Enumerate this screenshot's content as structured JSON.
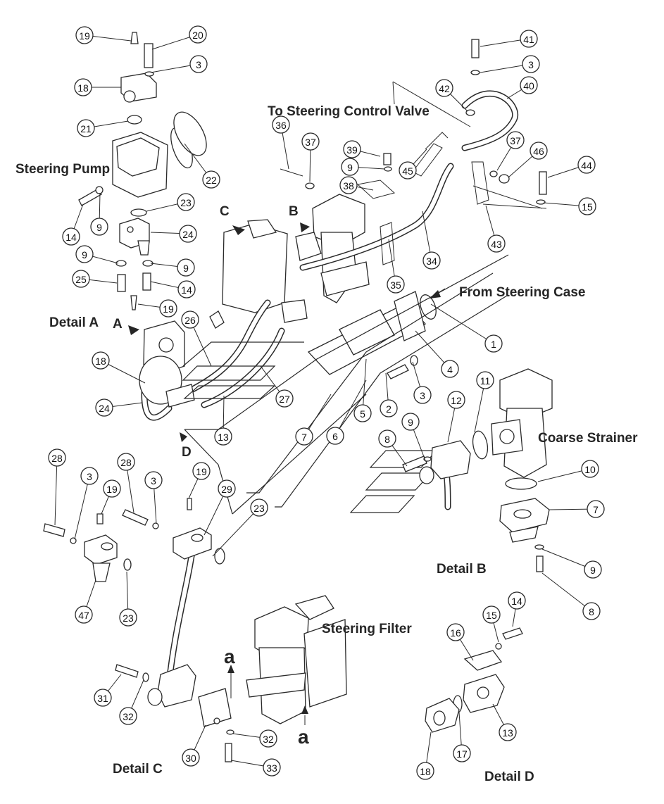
{
  "labels": {
    "steering_pump": "Steering Pump",
    "to_steering_control_valve": "To Steering Control Valve",
    "from_steering_case": "From Steering Case",
    "coarse_strainer": "Coarse Strainer",
    "steering_filter": "Steering Filter",
    "detail_a": "Detail A",
    "detail_b": "Detail B",
    "detail_c": "Detail C",
    "detail_d": "Detail D",
    "view_a": "A",
    "view_b": "B",
    "view_c": "C",
    "view_d": "D",
    "section_a_top": "a",
    "section_a_bottom": "a"
  },
  "callouts": [
    {
      "id": "19",
      "n": "19"
    },
    {
      "id": "20",
      "n": "20"
    },
    {
      "id": "3a",
      "n": "3"
    },
    {
      "id": "18a",
      "n": "18"
    },
    {
      "id": "21",
      "n": "21"
    },
    {
      "id": "22",
      "n": "22"
    },
    {
      "id": "14a",
      "n": "14"
    },
    {
      "id": "9a",
      "n": "9"
    },
    {
      "id": "23a",
      "n": "23"
    },
    {
      "id": "24a",
      "n": "24"
    },
    {
      "id": "9b",
      "n": "9"
    },
    {
      "id": "9c",
      "n": "9"
    },
    {
      "id": "25",
      "n": "25"
    },
    {
      "id": "14b",
      "n": "14"
    },
    {
      "id": "19b",
      "n": "19"
    },
    {
      "id": "36",
      "n": "36"
    },
    {
      "id": "37a",
      "n": "37"
    },
    {
      "id": "39",
      "n": "39"
    },
    {
      "id": "9d",
      "n": "9"
    },
    {
      "id": "38",
      "n": "38"
    },
    {
      "id": "45",
      "n": "45"
    },
    {
      "id": "41",
      "n": "41"
    },
    {
      "id": "3b",
      "n": "3"
    },
    {
      "id": "42",
      "n": "42"
    },
    {
      "id": "40",
      "n": "40"
    },
    {
      "id": "37b",
      "n": "37"
    },
    {
      "id": "46",
      "n": "46"
    },
    {
      "id": "44",
      "n": "44"
    },
    {
      "id": "15a",
      "n": "15"
    },
    {
      "id": "43",
      "n": "43"
    },
    {
      "id": "34",
      "n": "34"
    },
    {
      "id": "35",
      "n": "35"
    },
    {
      "id": "1",
      "n": "1"
    },
    {
      "id": "4",
      "n": "4"
    },
    {
      "id": "26",
      "n": "26"
    },
    {
      "id": "27",
      "n": "27"
    },
    {
      "id": "18b",
      "n": "18"
    },
    {
      "id": "24b",
      "n": "24"
    },
    {
      "id": "13a",
      "n": "13"
    },
    {
      "id": "3c",
      "n": "3"
    },
    {
      "id": "2",
      "n": "2"
    },
    {
      "id": "5",
      "n": "5"
    },
    {
      "id": "7a",
      "n": "7"
    },
    {
      "id": "6",
      "n": "6"
    },
    {
      "id": "11",
      "n": "11"
    },
    {
      "id": "12",
      "n": "12"
    },
    {
      "id": "9e",
      "n": "9"
    },
    {
      "id": "8a",
      "n": "8"
    },
    {
      "id": "10",
      "n": "10"
    },
    {
      "id": "7b",
      "n": "7"
    },
    {
      "id": "9f",
      "n": "9"
    },
    {
      "id": "8b",
      "n": "8"
    },
    {
      "id": "28a",
      "n": "28"
    },
    {
      "id": "3d",
      "n": "3"
    },
    {
      "id": "28b",
      "n": "28"
    },
    {
      "id": "3e",
      "n": "3"
    },
    {
      "id": "19c",
      "n": "19"
    },
    {
      "id": "19d",
      "n": "19"
    },
    {
      "id": "29",
      "n": "29"
    },
    {
      "id": "23b",
      "n": "23"
    },
    {
      "id": "47",
      "n": "47"
    },
    {
      "id": "23c",
      "n": "23"
    },
    {
      "id": "31",
      "n": "31"
    },
    {
      "id": "32a",
      "n": "32"
    },
    {
      "id": "30",
      "n": "30"
    },
    {
      "id": "32b",
      "n": "32"
    },
    {
      "id": "33",
      "n": "33"
    },
    {
      "id": "14c",
      "n": "14"
    },
    {
      "id": "15b",
      "n": "15"
    },
    {
      "id": "16",
      "n": "16"
    },
    {
      "id": "13b",
      "n": "13"
    },
    {
      "id": "17",
      "n": "17"
    },
    {
      "id": "18c",
      "n": "18"
    }
  ]
}
